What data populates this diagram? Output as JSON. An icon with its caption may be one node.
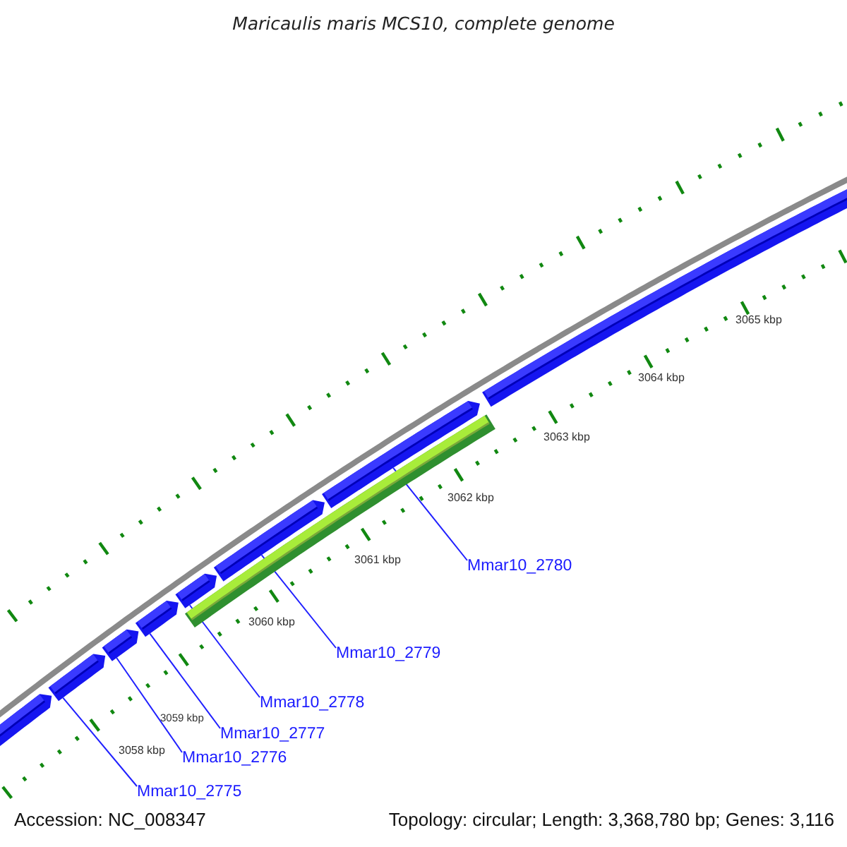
{
  "diagram": {
    "title": "Maricaulis maris MCS10, complete genome",
    "nodes": [
      {
        "text": [
          "Mmar10_2775"
        ]
      },
      {
        "text": [
          "Mmar10_2776"
        ]
      },
      {
        "text": [
          "Mmar10_2777"
        ]
      },
      {
        "text": [
          "Mmar10_2778"
        ]
      },
      {
        "text": [
          "Mmar10_2779"
        ]
      },
      {
        "text": [
          "Mmar10_2780"
        ]
      },
      {
        "text": [],
        "shape": "bar"
      },
      {
        "text": [],
        "shape": "bar"
      },
      {
        "text": [],
        "shape": "bar"
      },
      {
        "text": [],
        "shape": "bar"
      },
      {
        "text": [],
        "shape": "bar"
      },
      {
        "text": [],
        "shape": "bar"
      },
      {
        "text": [],
        "shape": "bar"
      },
      {
        "text": [],
        "shape": "bar"
      },
      {
        "text": [],
        "shape": "bar"
      }
    ],
    "edges": [
      {
        "from": 0,
        "to": 7,
        "arrow": "none"
      },
      {
        "from": 1,
        "to": 8,
        "arrow": "none"
      },
      {
        "from": 2,
        "to": 9,
        "arrow": "none"
      },
      {
        "from": 3,
        "to": 10,
        "arrow": "none"
      },
      {
        "from": 4,
        "to": 11,
        "arrow": "none"
      },
      {
        "from": 5,
        "to": 12,
        "arrow": "none"
      }
    ],
    "labels": [
      "3058 kbp",
      "3059 kbp",
      "3060 kbp",
      "3061 kbp",
      "3062 kbp",
      "3063 kbp",
      "3064 kbp",
      "3065 kbp",
      "Accession: NC_008347",
      "Topology: circular; Length: 3,368,780 bp; Genes: 3,116"
    ]
  }
}
